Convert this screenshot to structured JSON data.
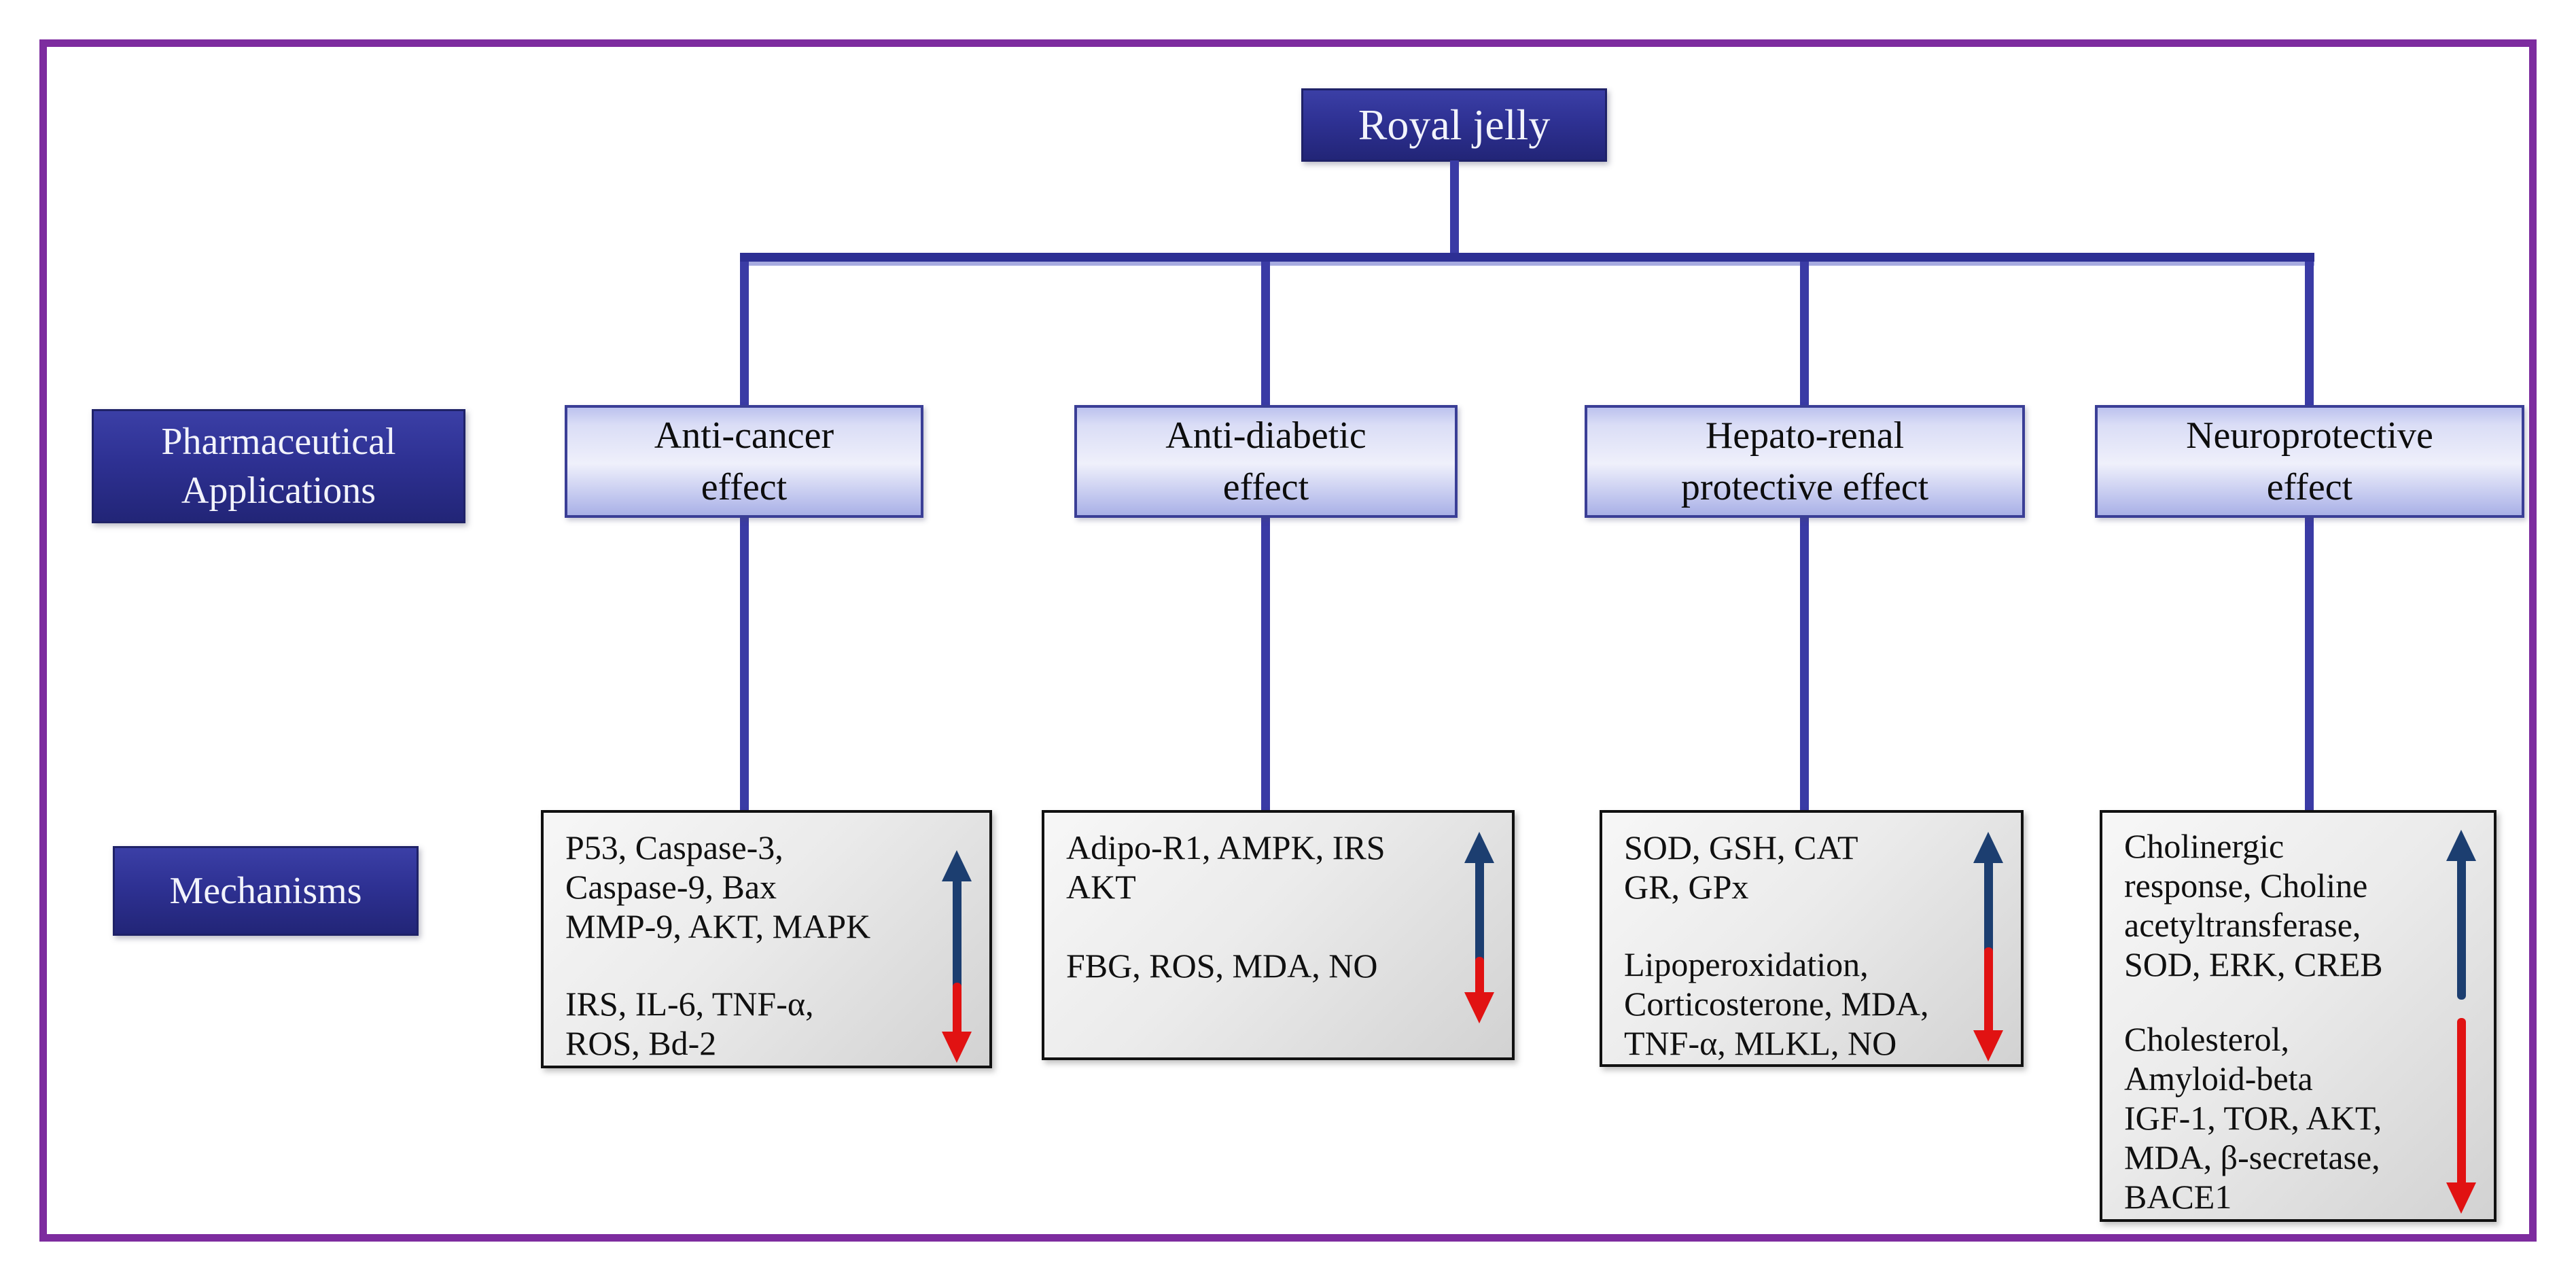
{
  "diagram": {
    "root_label": "Royal jelly",
    "row_labels": {
      "applications": "Pharmaceutical\nApplications",
      "mechanisms": "Mechanisms"
    },
    "columns": [
      {
        "application": "Anti-cancer\neffect",
        "increased": "P53, Caspase-3,\nCaspase-9, Bax\nMMP-9, AKT, MAPK",
        "decreased": "IRS, IL-6, TNF-α,\nROS, Bd-2"
      },
      {
        "application": "Anti-diabetic\neffect",
        "increased": "Adipo-R1, AMPK, IRS\nAKT",
        "decreased": "FBG, ROS, MDA, NO"
      },
      {
        "application": "Hepato-renal\nprotective effect",
        "increased": "SOD, GSH, CAT\nGR, GPx",
        "decreased": "Lipoperoxidation,\nCorticosterone, MDA,\nTNF-α, MLKL, NO"
      },
      {
        "application": "Neuroprotective\neffect",
        "increased": "Cholinergic\nresponse, Choline\nacetyltransferase,\nSOD, ERK, CREB",
        "decreased": "Cholesterol,\nAmyloid-beta\nIGF-1, TOR, AKT,\nMDA, β-secretase,\nBACE1"
      }
    ],
    "colors": {
      "frame_purple": "#7d2c9f",
      "node_navy": "#2e3193",
      "connector_blue": "#3a3ba5",
      "application_box_fill": "#c7ccf1",
      "application_box_border": "#3a3e96",
      "mechanism_box_fill": "#e3e3e3",
      "mechanism_box_border": "#111111",
      "increase_arrow_blue": "#1c3e70",
      "decrease_arrow_red": "#e11212"
    }
  }
}
